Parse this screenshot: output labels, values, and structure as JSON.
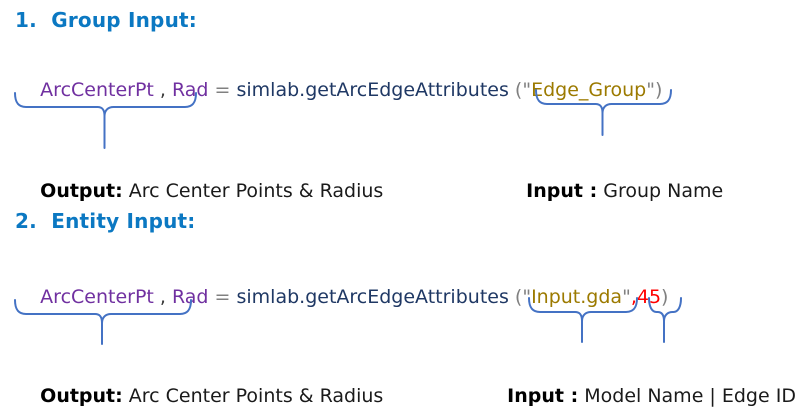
{
  "colors": {
    "heading": "#0b78c2",
    "variable": "#7030a0",
    "function": "#1f3864",
    "string": "#9c7a00",
    "number": "#ff0000",
    "punct": "#808080",
    "comma": "#3a3a3a",
    "label_text": "#1a1a1a",
    "brace": "#4472c4"
  },
  "section1": {
    "heading": "1.  Group Input:",
    "code": {
      "out1": "ArcCenterPt",
      "comma": " , ",
      "out2": "Rad",
      "equals": " = ",
      "func": "simlab.getArcEdgeAttributes ",
      "open": "(\"",
      "arg": "Edge_Group",
      "close": "\")"
    },
    "output_label": "Output:",
    "output_text": " Arc Center Points & Radius",
    "input_label": "Input :",
    "input_text": " Group Name"
  },
  "section2": {
    "heading": "2.  Entity Input:",
    "code": {
      "out1": "ArcCenterPt",
      "comma": " , ",
      "out2": "Rad",
      "equals": " = ",
      "func": "simlab.getArcEdgeAttributes ",
      "open": "(\"",
      "arg": "Input.gda",
      "quote2": "\"",
      "num": ",45",
      "close": ")"
    },
    "output_label": "Output:",
    "output_text": " Arc Center Points & Radius",
    "input_label": "Input :",
    "input_text": " Model Name | Edge ID"
  }
}
